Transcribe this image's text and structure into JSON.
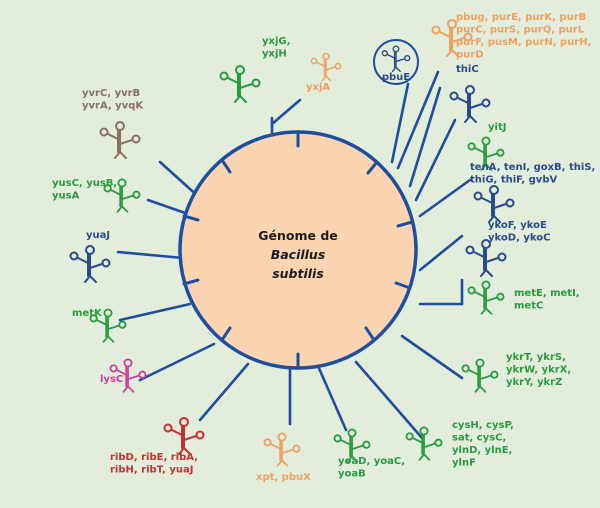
{
  "colors": {
    "background": "#e2eddc",
    "genome_fill": "#fbd5b2",
    "genome_stroke": "#1f4e9e",
    "green": "#2a9a3f",
    "orange": "#f0a060",
    "navy": "#2a4a8a",
    "brown": "#8a7060",
    "magenta": "#c8409c",
    "red": "#c83030"
  },
  "genome": {
    "line1": "Génome de",
    "line2": "Bacillus",
    "line3": "subtilis"
  },
  "groups": [
    {
      "id": "pbug-group",
      "color": "orange",
      "lines": [
        "pbug, purE, purK, purB",
        "purC, purS, purQ, purL",
        "purF, pusM, purN, purH,",
        "purD"
      ]
    },
    {
      "id": "pbue",
      "color": "navy",
      "lines": [
        "pbuE"
      ]
    },
    {
      "id": "yxjg-group",
      "color": "green",
      "lines": [
        "yxjG,",
        "yxjH"
      ]
    },
    {
      "id": "yxja",
      "color": "orange",
      "lines": [
        "yxjA"
      ]
    },
    {
      "id": "thic",
      "color": "navy",
      "lines": [
        "thiC"
      ]
    },
    {
      "id": "yitj",
      "color": "green",
      "lines": [
        "yitJ"
      ]
    },
    {
      "id": "tena-group",
      "color": "navy",
      "lines": [
        "tenA, tenI, goxB, thiS,",
        "thiG, thiF, gvbV"
      ]
    },
    {
      "id": "yvrc-group",
      "color": "brown",
      "lines": [
        "yvrC, yvrB",
        "yvrA, yvqK"
      ]
    },
    {
      "id": "yusc-group",
      "color": "green",
      "lines": [
        "yusC, yusB,",
        "yusA"
      ]
    },
    {
      "id": "ykof-group",
      "color": "navy",
      "lines": [
        "ykoF, ykoE",
        "ykoD, ykoC"
      ]
    },
    {
      "id": "yuaj",
      "color": "navy",
      "lines": [
        "yuaJ"
      ]
    },
    {
      "id": "mete-group",
      "color": "green",
      "lines": [
        "metE, metI,",
        "metC"
      ]
    },
    {
      "id": "metk",
      "color": "green",
      "lines": [
        "metK"
      ]
    },
    {
      "id": "ykrt-group",
      "color": "green",
      "lines": [
        "ykrT, ykrS,",
        "ykrW, ykrX,",
        "ykrY, ykrZ"
      ]
    },
    {
      "id": "lysc",
      "color": "magenta",
      "lines": [
        "lysC"
      ]
    },
    {
      "id": "cysh-group",
      "color": "green",
      "lines": [
        "cysH, cysP,",
        "sat, cysC,",
        "ylnD, ylnE,",
        "ylnF"
      ]
    },
    {
      "id": "ribd-group",
      "color": "red",
      "lines": [
        "ribD, ribE, ribA,",
        "ribH, ribT, yuaJ"
      ]
    },
    {
      "id": "xpt",
      "color": "orange",
      "lines": [
        "xpt, pbuX"
      ]
    },
    {
      "id": "yoad-group",
      "color": "green",
      "lines": [
        "yoaD, yoaC,",
        "yoaB"
      ]
    }
  ]
}
